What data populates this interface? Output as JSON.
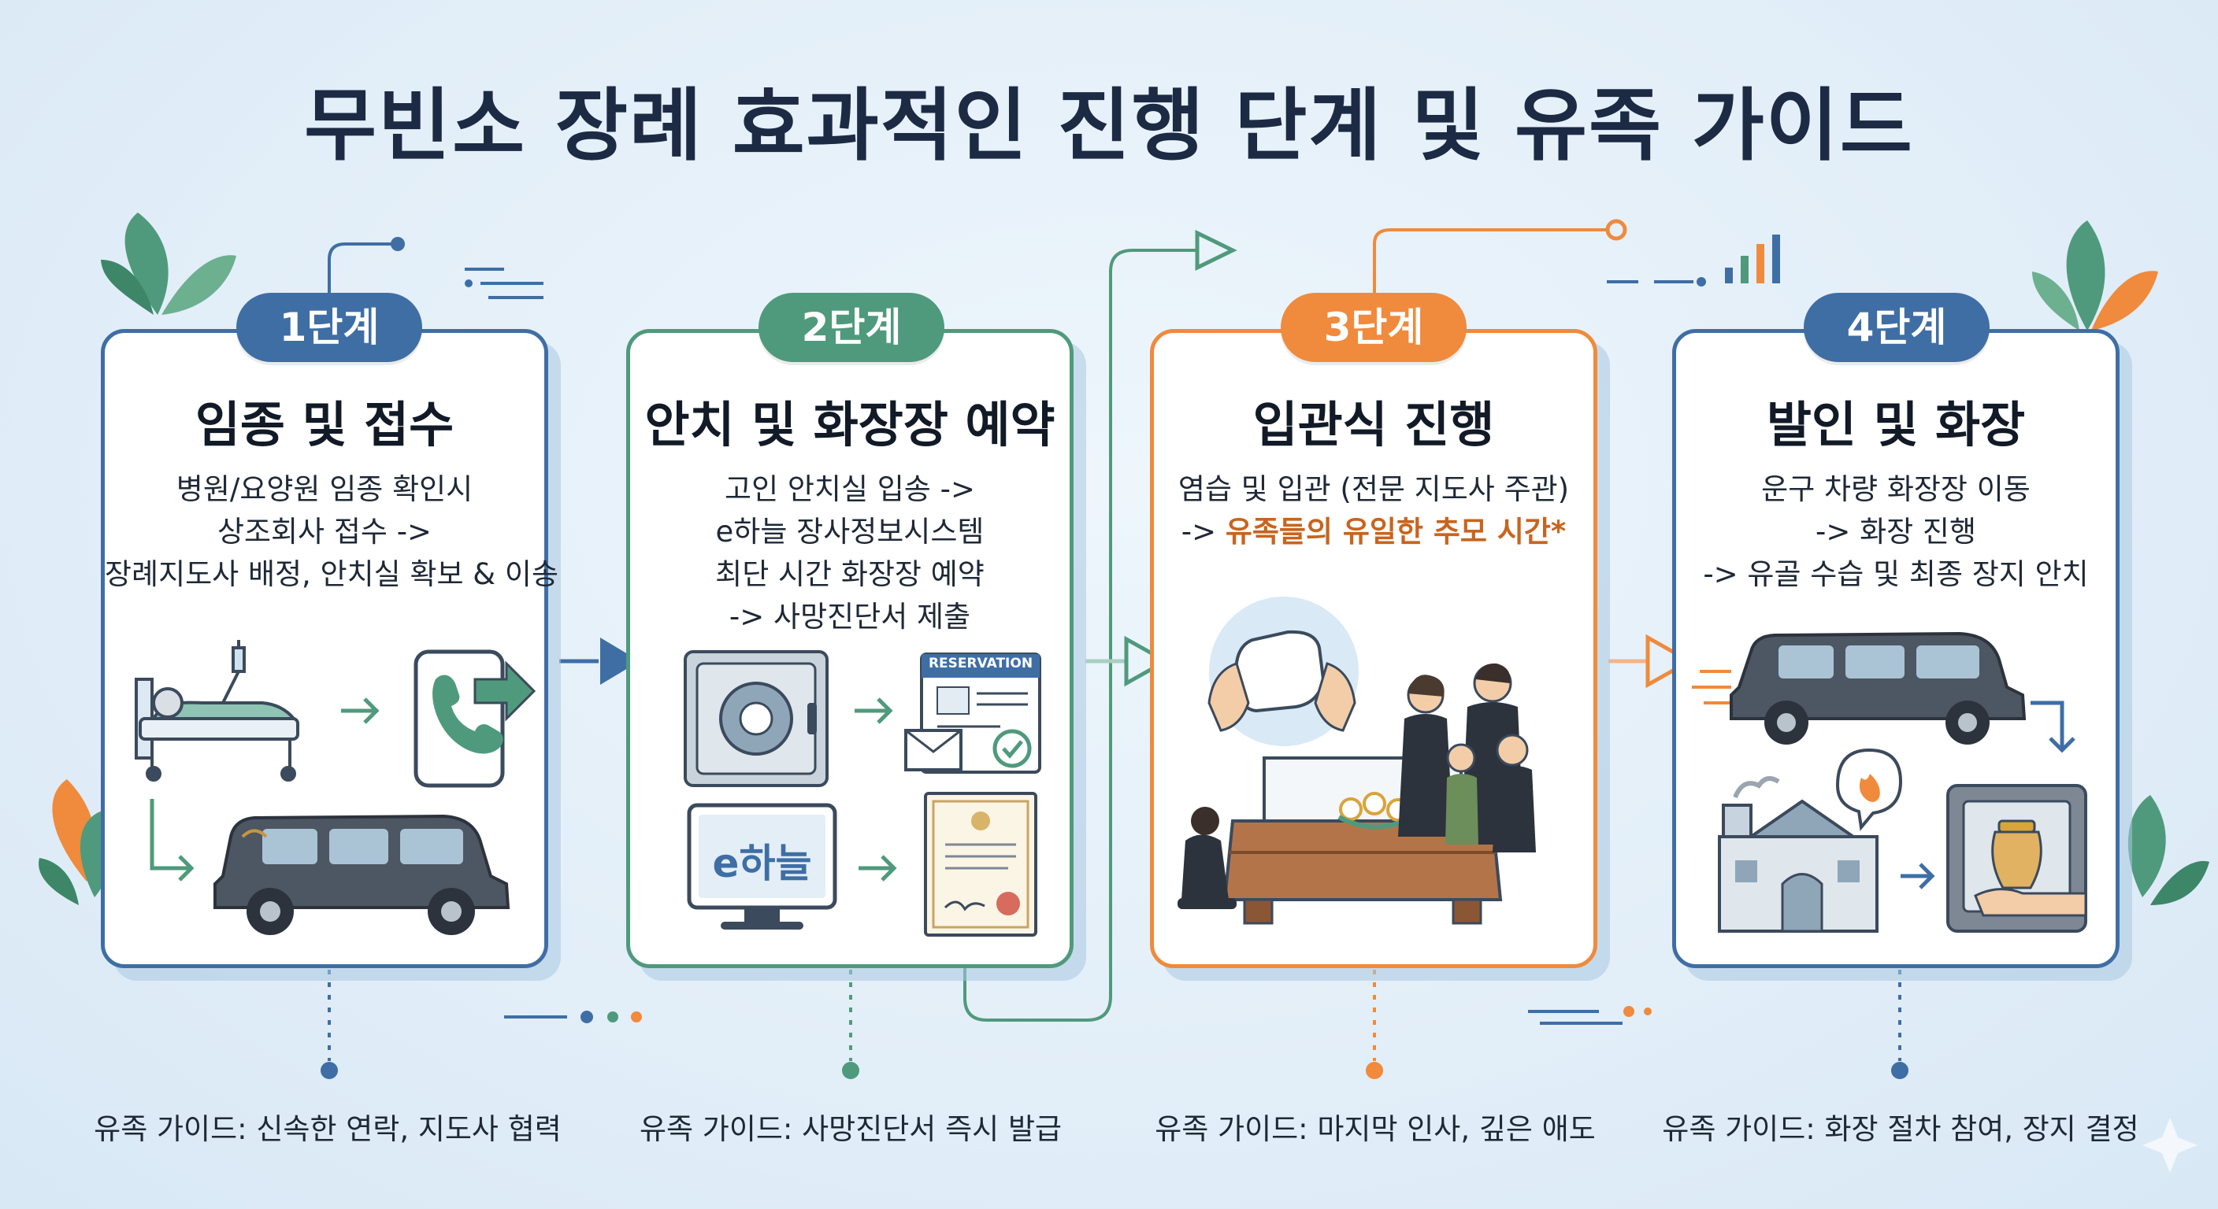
{
  "title": "무빈소 장례 효과적인 진행 단계 및 유족 가이드",
  "colors": {
    "step1": "#3f6ea5",
    "step2": "#4f9a7c",
    "step3": "#f08a3c",
    "step4": "#3f6ea5",
    "highlight": "#c8641f"
  },
  "steps": [
    {
      "badge": "1단계",
      "title": "임종 및 접수",
      "desc": [
        "병원/요양원 임종 확인시",
        "상조회사 접수 ->",
        "장례지도사 배정, 안치실 확보 & 이송"
      ],
      "icons": [
        "hospital-bed-icon",
        "phone-icon",
        "hearse-icon"
      ],
      "guide": "유족 가이드: 신속한 연락, 지도사 협력"
    },
    {
      "badge": "2단계",
      "title": "안치 및 화장장 예약",
      "desc": [
        "고인 안치실 입송 ->",
        "e하늘 장사정보시스템",
        "최단 시간 화장장 예약",
        "-> 사망진단서 제출"
      ],
      "icons": [
        "morgue-cabinet-icon",
        "reservation-document-icon",
        "monitor-icon",
        "certificate-icon"
      ],
      "reservation_label": "RESERVATION",
      "monitor_text": "e하늘",
      "guide": "유족 가이드: 사망진단서 즉시 발급"
    },
    {
      "badge": "3단계",
      "title": "입관식 진행",
      "desc_line": "염습 및 입관 (전문 지도사 주관)",
      "desc_prefix": "->",
      "desc_highlight": "유족들의 유일한 추모 시간*",
      "icons": [
        "cloth-hands-icon",
        "coffin-icon",
        "family-icon"
      ],
      "guide": "유족 가이드: 마지막 인사, 깊은 애도"
    },
    {
      "badge": "4단계",
      "title": "발인 및 화장",
      "desc": [
        "운구 차량 화장장 이동",
        "-> 화장 진행",
        "-> 유골 수습 및 최종 장지 안치"
      ],
      "icons": [
        "hearse-icon",
        "crematorium-icon",
        "fire-icon",
        "urn-icon"
      ],
      "guide": "유족 가이드: 화장 절차 참여, 장지 결정"
    }
  ]
}
